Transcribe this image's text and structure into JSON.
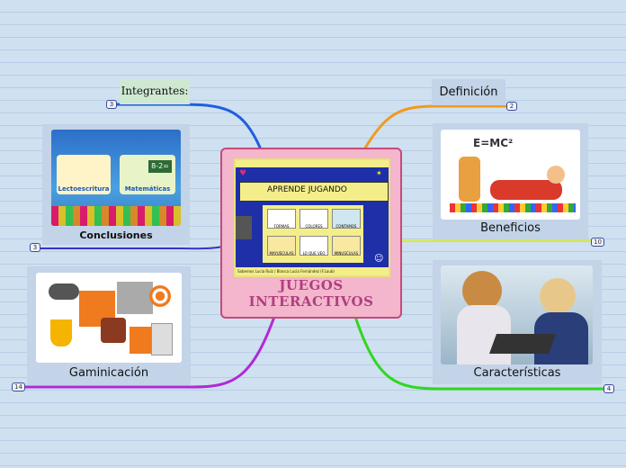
{
  "center": {
    "title_line1": "JUEGOS",
    "title_line2": "INTERACTIVOS",
    "slide": {
      "heading": "APRENDE JUGANDO",
      "tiles": [
        "FORMAS",
        "COLORES",
        "CONTAMOS",
        "MAYUSCULAS",
        "LO QUE VEO",
        "MINUSCULAS"
      ],
      "footer": "Sabemos Lucía Ruíz / Blanca Lucía Fernández (F.Laub)"
    }
  },
  "topics": {
    "integrantes": {
      "label": "Integrantes:",
      "count": "3"
    },
    "definicion": {
      "label": "Definición",
      "count": "2"
    },
    "conclusiones": {
      "label": "Conclusiones",
      "count": "3",
      "pic_text": [
        "Lectoescritura",
        "Matemáticas",
        "8-2="
      ]
    },
    "beneficios": {
      "label": "Beneficios",
      "count": "10",
      "pic_text": "E=MC²"
    },
    "gaminicacion": {
      "label": "Gaminicación",
      "count": "14"
    },
    "caracteristicas": {
      "label": "Características",
      "count": "4"
    }
  },
  "colors": {
    "integrantes_link": "#1f5fe0",
    "conclusiones_link": "#3b2fd0",
    "gaminicacion_link": "#b02ad8",
    "definicion_link": "#f29a1a",
    "beneficios_link": "#d9ec2a",
    "caracteristicas_link": "#2fd81f"
  }
}
